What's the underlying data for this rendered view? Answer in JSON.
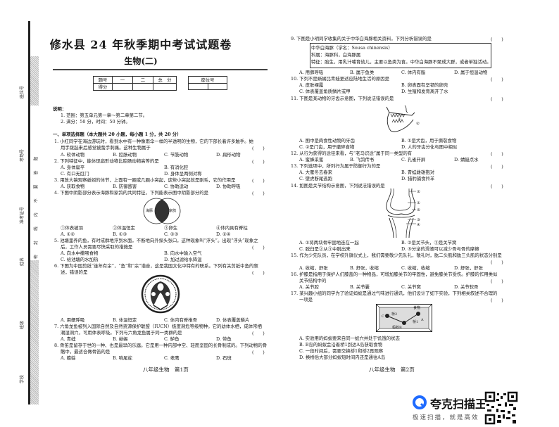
{
  "binding_margin": {
    "labels": [
      "座位号",
      "考场号",
      "准考证号",
      "姓名",
      "班级",
      "学校"
    ],
    "seal_text": "密 封 线 内 不 要 答 题"
  },
  "header": {
    "title": "修水县 24 年秋季期中考试试题卷",
    "subtitle": "生物(二)"
  },
  "score_table": {
    "row1": [
      "题号",
      "一",
      "二",
      "总　分"
    ],
    "row2_label": "得分"
  },
  "seat_table": {
    "label": "座位号"
  },
  "instructions": {
    "heading": "说明：",
    "items": [
      "1. 范围：第五单元第一章～第二章第二节。",
      "2. 满分：50 分，时间：50 分钟。"
    ]
  },
  "section1": "一、单项选择题（本大题共 20 小题，每小题 1 分，共 20 分）",
  "answer_paren": "(　　)",
  "questions": [
    {
      "lines": [
        "1. 小红同学在海边游玩时，看到水中有一种像雨伞一样的半透明的生物，它的下部长着许多触手。她",
        "用手拨起来后感觉被蛰手刺痛。这种生物属于"
      ],
      "options": [
        "A. 软体动物",
        "B. 腔肠动物",
        "C. 节肢动物",
        "D. 扁形动物"
      ]
    },
    {
      "lines": [
        "2. 下列特征中，能体现扁形动物比腔肠动物高等的是"
      ],
      "options": [
        "A. 身体扁平",
        "B. 有消化腔",
        "C. 有口无肛门",
        "D. 身体呈两侧对称"
      ]
    },
    {
      "lines": [
        "3. 用放大镜观察蚯蚓的体节，上面有一圈或几圈小突起，这些小突起就是刚毛，它的作用是"
      ],
      "options": [
        "A. 获取食物",
        "B. 防御敌害",
        "C. 协助运动",
        "D. 协助呼吸"
      ]
    },
    {
      "lines": [
        "4. 下图中阴影部分表示海豚和家鸽的共同特征，下列能表示图中阴影部分的是"
      ],
      "venn": [
        "海豚",
        "家鸽"
      ],
      "items": [
        "①体表被羽",
        "②体温恒定",
        "③卵生",
        "④体内具有脊柱"
      ],
      "options": [
        "A. ①②",
        "B. ①③",
        "C. ②③",
        "D. ②④"
      ]
    },
    {
      "lines": [
        "5. 池塘里养的鱼，有时成群地浮到水面，不断地向外探头张口，这种现象叫“浮头”。出现“浮头”现象之",
        "后，工作人员需要尽快采取的措施是"
      ],
      "options": [
        "A. 向水中撒喂食物",
        "B. 向水中输入空气",
        "C. 给池塘的水加热",
        "D. 加过滤给水降温"
      ]
    },
    {
      "lines": [
        "6. 下图为中国剪纸“连年有余”，“鱼”和“余”谐音，这是我国文化中特有的联系。下列有关剪纸中鱼的叙",
        "述，错误的是"
      ],
      "options": [
        "A. 用鳃呼吸",
        "B. 体温恒定",
        "C. 体内有脊椎骨",
        "D. 体表覆盖鳞片"
      ]
    },
    {
      "lines": [
        "7. 六角龙鱼被列入国际自然及自然资源保护联盟（IUCN）极度濒危等级物种。它的幼体水栖，成体常栖",
        "潮湿洞穴，可用体表呼吸。下列与六角龙鱼属于同一类群的是"
      ],
      "options": [
        "A. 青蛙",
        "B. 蜥蜴",
        "C. 鲈鱼",
        "D. 带鱼"
      ]
    },
    {
      "lines": [
        "8. 骨笛是留存于世的一种、也是最早的乐器。它是用一种内部中空、轻而坚固的长骨制成的。下列动物的骨",
        "骼中，最适合做骨笛的是"
      ],
      "options": [
        "A. 蟾蜍",
        "B. 响尾蛇",
        "C. 老鹰",
        "D. 石斑"
      ]
    },
    {
      "lines": [
        "9. 下图是小明同学收集的关于中华白海豚相关资料，下列分析错误的是"
      ],
      "box": [
        "中华白海豚（学名：Sousa chinensis）",
        "科属：海豚科，白海豚属",
        "特征：胎生，用乳汁哺育幼儿，主要以鱼类为食。中华白海豚不聚成大群，或者单独活动。"
      ],
      "options": [
        "A. 用肺呼吸",
        "B. 属于鱼类",
        "C. 体内有脂",
        "D. 属于恒温动物"
      ]
    },
    {
      "lines": [
        "10. 下列不是蜥蜴比青蛙更适应陆地生活的原因是"
      ],
      "options": [
        "A. 皮肤裸露",
        "B. 卵表面有坚韧的卵壳",
        "C. 体表覆盖角质鳞片或甲",
        "D. 生殖和发育离开了水"
      ]
    },
    {
      "lines": [
        "11. 下图是某动物的牙齿示意图，下列说法错误的是"
      ],
      "figure_labels": [
        "①",
        "②"
      ],
      "options": [
        "A. 图中是肉食性动物的牙齿",
        "B. ①是犬齿，用于撕裂食物",
        "C. ②是门齿，用于磨碎食物",
        "D. 人的牙齿分化与图中相似"
      ]
    },
    {
      "lines": [
        "12. 从行为获得的途径来看，与“老马识途”属于同一类型的有"
      ],
      "options": [
        "A. 蜜蜂采蜜",
        "B. 飞鸽传书",
        "C. 孔雀开屏",
        "D. 蜻蜓点水"
      ]
    },
    {
      "lines": [
        "13. 下列选项中，所列行为属于防御行为的是"
      ],
      "options": [
        "A. 大雁冬去春来",
        "B. 青蛙雌雄抱对",
        "C. 壁虎断尾逃跑",
        "D. 猎豹捕食羚羊"
      ]
    },
    {
      "lines": [
        "14. 如图是关节结构示意图，下列说法错误的是"
      ],
      "figure_labels": [
        "②",
        "①",
        "⑤",
        "③",
        "④"
      ],
      "options": [
        "A. ①将两块骨牢固地连在一起",
        "B. ②是关节头，③是关节窝",
        "C. 脱臼是②从③中脱出来",
        "D. ⑤分泌的滑液可以减少骨与骨的摩擦"
      ]
    },
    {
      "lines": [
        "15. 作为少先队员，在学校升旗仪式上，我们需要敬少先队礼，敬礼时，肱二头肌和肱三头肌的状态分别是"
      ],
      "options": [
        "A. 收缩，舒张",
        "B. 舒张，收缩",
        "C. 收缩，收缩",
        "D. 舒张，舒张"
      ]
    },
    {
      "lines": [
        "16. 护膝是指用于保护人们膝盖的一种物品，可增加膝关节的牢固性，避免膝关节受伤。护膝的作用类似",
        "关节结构中的"
      ],
      "options": [
        "A. 关节腔",
        "B. 关节囊",
        "C. 关节窝",
        "D. 关节软骨"
      ]
    },
    {
      "lines": [
        "17. 某兴趣小组的同学为了验证蚂蚁是通过气味进行通讯，他们设计了如下实验，下列相关叙述不合理的",
        "一项是"
      ],
      "figure_labels": [
        "食物",
        "A",
        "C",
        "桥2",
        "桥1",
        "蚂蚁B"
      ],
      "options": [
        "A. 实验用的蚂蚁要来自同一蚁穴并处于饥饿的状态",
        "B. B岛的蚂蚁会沿着桥1到达A岛获取食物",
        "C. 一段时间后，需要交换桥1和桥2再观察",
        "D. 换桥后大部分蚂蚁短时间内还是通往A岛"
      ]
    }
  ],
  "footers": [
    "八年级生物　第1页",
    "八年级生物　第2页"
  ],
  "watermark": {
    "brand": "夸克扫描王",
    "slogan": "极速扫描，就是高效",
    "brand_color": "#1f6bff",
    "icon": "qr-code-icon"
  }
}
